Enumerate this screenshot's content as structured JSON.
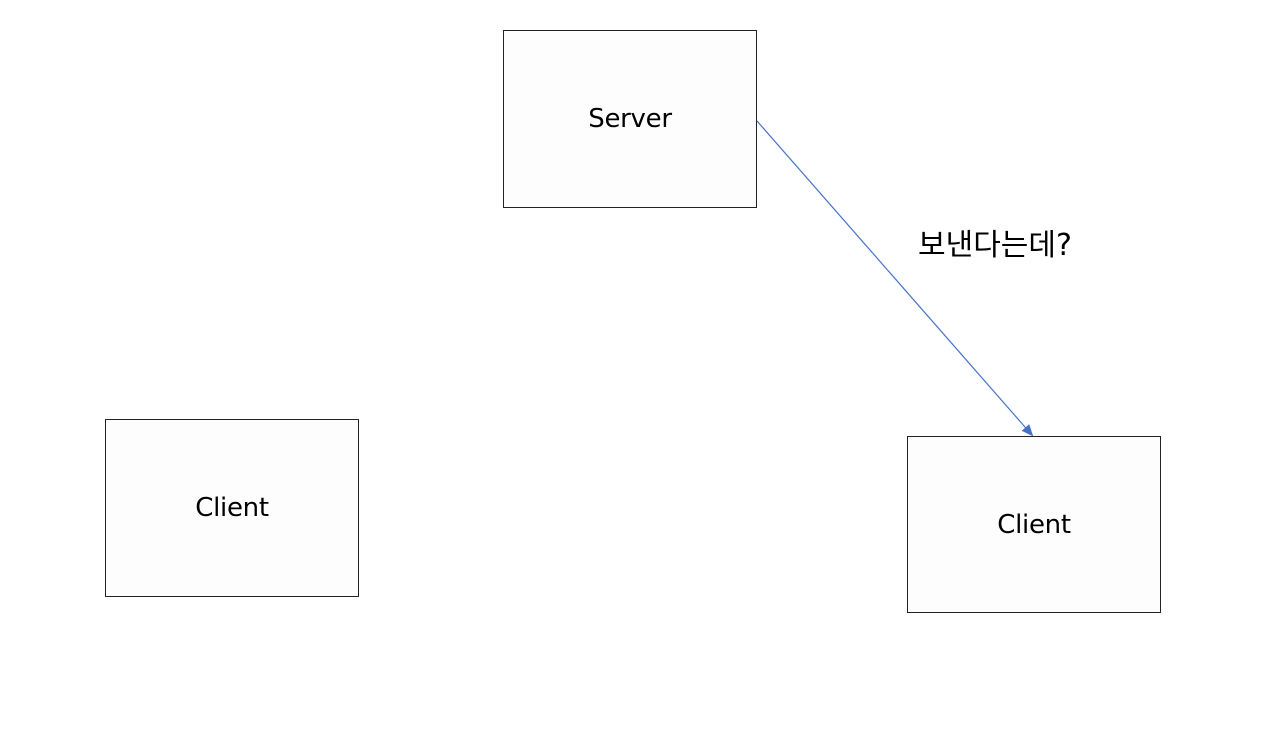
{
  "diagram": {
    "nodes": {
      "server": {
        "label": "Server"
      },
      "client_left": {
        "label": "Client"
      },
      "client_right": {
        "label": "Client"
      }
    },
    "edges": [
      {
        "from": "server",
        "to": "client_right",
        "label": "보낸다는데?",
        "color": "#4472C4"
      }
    ]
  },
  "colors": {
    "arrow": "#4472C4",
    "box_border": "#222222",
    "box_fill": "#fdfdfd"
  }
}
